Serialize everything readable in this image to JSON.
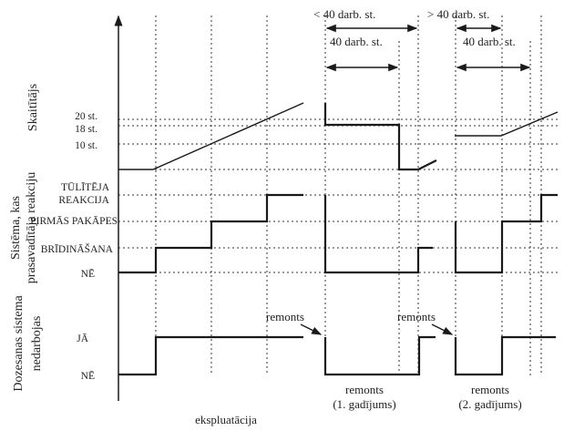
{
  "axis_labels": {
    "counter": "Skaitītājs",
    "response_line1": "Sistēma, kas",
    "response_line2": "prasavadītāja reakciju",
    "dosing_line1": "Dozesanas sistema",
    "dosing_line2": "nedarbojas",
    "time": "ekspluatācija"
  },
  "counter_levels": [
    "20 st.",
    "18 st.",
    "10 st."
  ],
  "response_levels": {
    "immediate_line1": "TŪLĪTĒJA",
    "immediate_line2": "REAKCIJA",
    "first_stage": "PIRMĀS PAKĀPES",
    "warning": "BRĪDINĀŠANA",
    "no": "NĒ"
  },
  "dosing_levels": {
    "yes": "JĀ",
    "no": "NĒ"
  },
  "intervals": {
    "case1_outer": "< 40 darb. st.",
    "case1_inner": "40 darb. st.",
    "case2_outer": "> 40 darb. st.",
    "case2_inner": "40 darb. st."
  },
  "annotations": {
    "repair1": "remonts",
    "repair2": "remonts",
    "case1_line1": "remonts",
    "case1_line2": "(1. gadījums)",
    "case2_line1": "remonts",
    "case2_line2": "(2. gadījums)"
  }
}
